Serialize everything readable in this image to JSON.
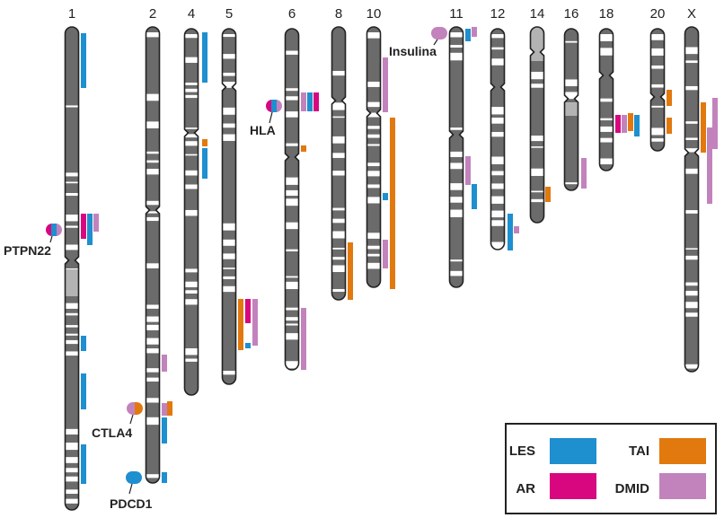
{
  "colors": {
    "LES": "#1e8fcf",
    "AR": "#d8067f",
    "TAI": "#e1790e",
    "DMID": "#c283bc",
    "dark_band": "#6b6b6b",
    "light_band": "#ffffff",
    "grey_band": "#b3b3b3",
    "outline": "#222222"
  },
  "chromosomes": [
    {
      "name": "1"
    },
    {
      "name": "2"
    },
    {
      "name": "4"
    },
    {
      "name": "5"
    },
    {
      "name": "6"
    },
    {
      "name": "8"
    },
    {
      "name": "10"
    },
    {
      "name": "11"
    },
    {
      "name": "12"
    },
    {
      "name": "14"
    },
    {
      "name": "16"
    },
    {
      "name": "18"
    },
    {
      "name": "20"
    },
    {
      "name": "X"
    }
  ],
  "genes": [
    {
      "name": "PTPN22",
      "markers": [
        "AR",
        "LES",
        "DMID"
      ]
    },
    {
      "name": "HLA",
      "markers": [
        "AR",
        "LES",
        "DMID"
      ]
    },
    {
      "name": "Insulina",
      "markers": [
        "DMID"
      ]
    },
    {
      "name": "CTLA4",
      "markers": [
        "DMID",
        "TAI"
      ]
    },
    {
      "name": "PDCD1",
      "markers": [
        "LES"
      ]
    }
  ],
  "legend": [
    {
      "key": "LES",
      "label": "LES"
    },
    {
      "key": "TAI",
      "label": "TAI"
    },
    {
      "key": "AR",
      "label": "AR"
    },
    {
      "key": "DMID",
      "label": "DMID"
    }
  ]
}
